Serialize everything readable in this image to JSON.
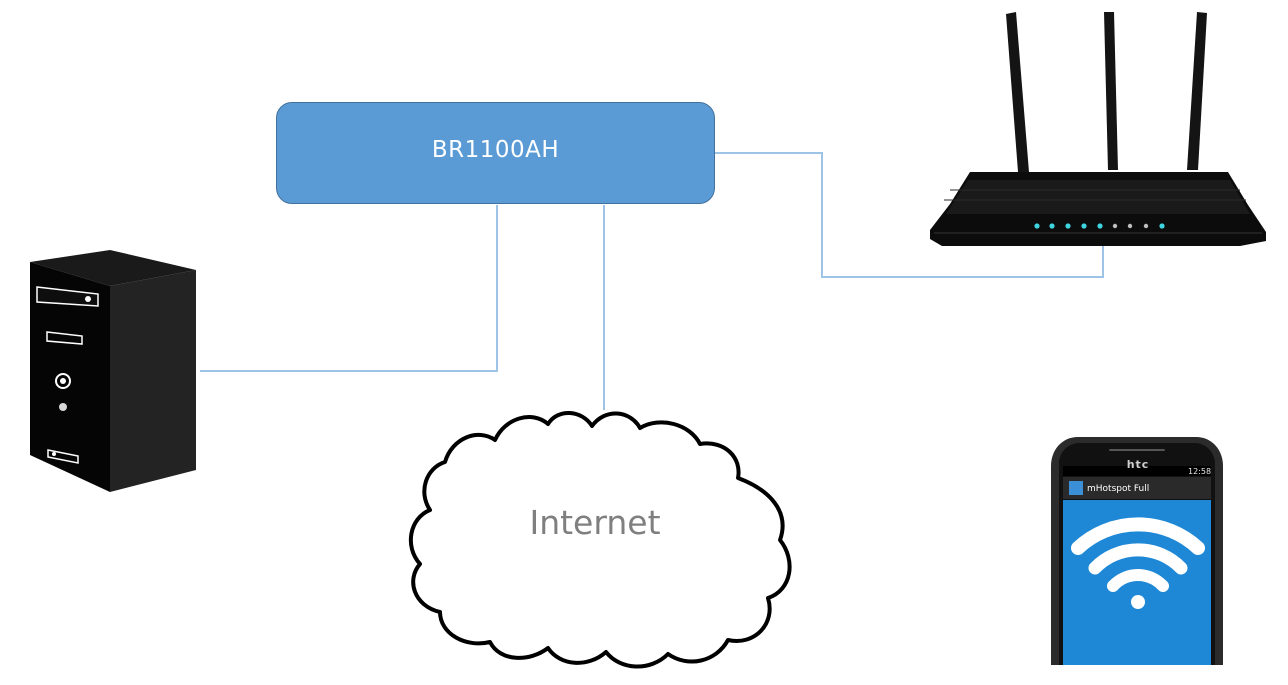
{
  "diagram": {
    "hub_label": "BR1100AH",
    "cloud_label": "Internet",
    "phone": {
      "brand": "htc",
      "status_time": "12:58",
      "app_title": "mHotspot Full"
    },
    "colors": {
      "hub_fill": "#5b9bd5",
      "hub_border": "#41719c",
      "link_line": "#9dc3e6",
      "device_black": "#0b0b0b",
      "router_led": "#3fd5e0",
      "phone_screen": "#1e88d6"
    },
    "icons": [
      "server-tower-icon",
      "wifi-router-icon",
      "cloud-icon",
      "smartphone-icon",
      "wifi-signal-icon"
    ]
  }
}
